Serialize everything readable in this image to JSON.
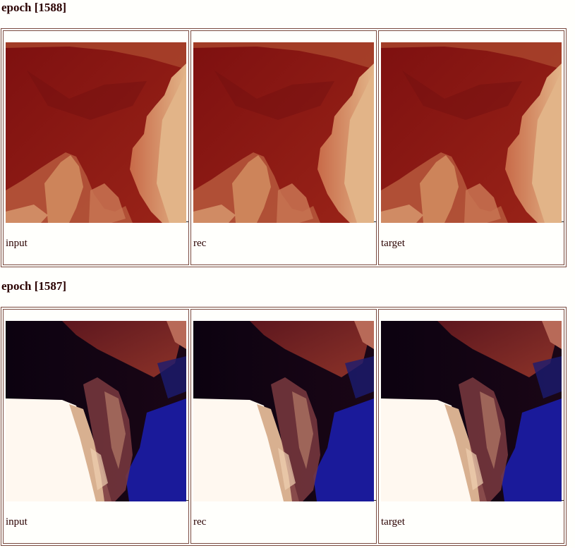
{
  "sections": [
    {
      "title": "epoch [1588]",
      "theme": "warm",
      "panels": [
        {
          "caption": "input",
          "image": "sample-image-warm"
        },
        {
          "caption": "rec",
          "image": "sample-image-warm"
        },
        {
          "caption": "target",
          "image": "sample-image-warm"
        }
      ]
    },
    {
      "title": "epoch [1587]",
      "theme": "dark",
      "panels": [
        {
          "caption": "input",
          "image": "sample-image-dark"
        },
        {
          "caption": "rec",
          "image": "sample-image-dark"
        },
        {
          "caption": "target",
          "image": "sample-image-dark"
        }
      ]
    }
  ],
  "colors": {
    "page_background": "#fffffc",
    "border": "#7a4a40",
    "text": "#2a0000",
    "warm_base": "#8a1414",
    "warm_light": "#e2b488",
    "dark_base": "#0c0210",
    "dark_blue": "#1a1a9a",
    "dark_light": "#fff8f0"
  }
}
